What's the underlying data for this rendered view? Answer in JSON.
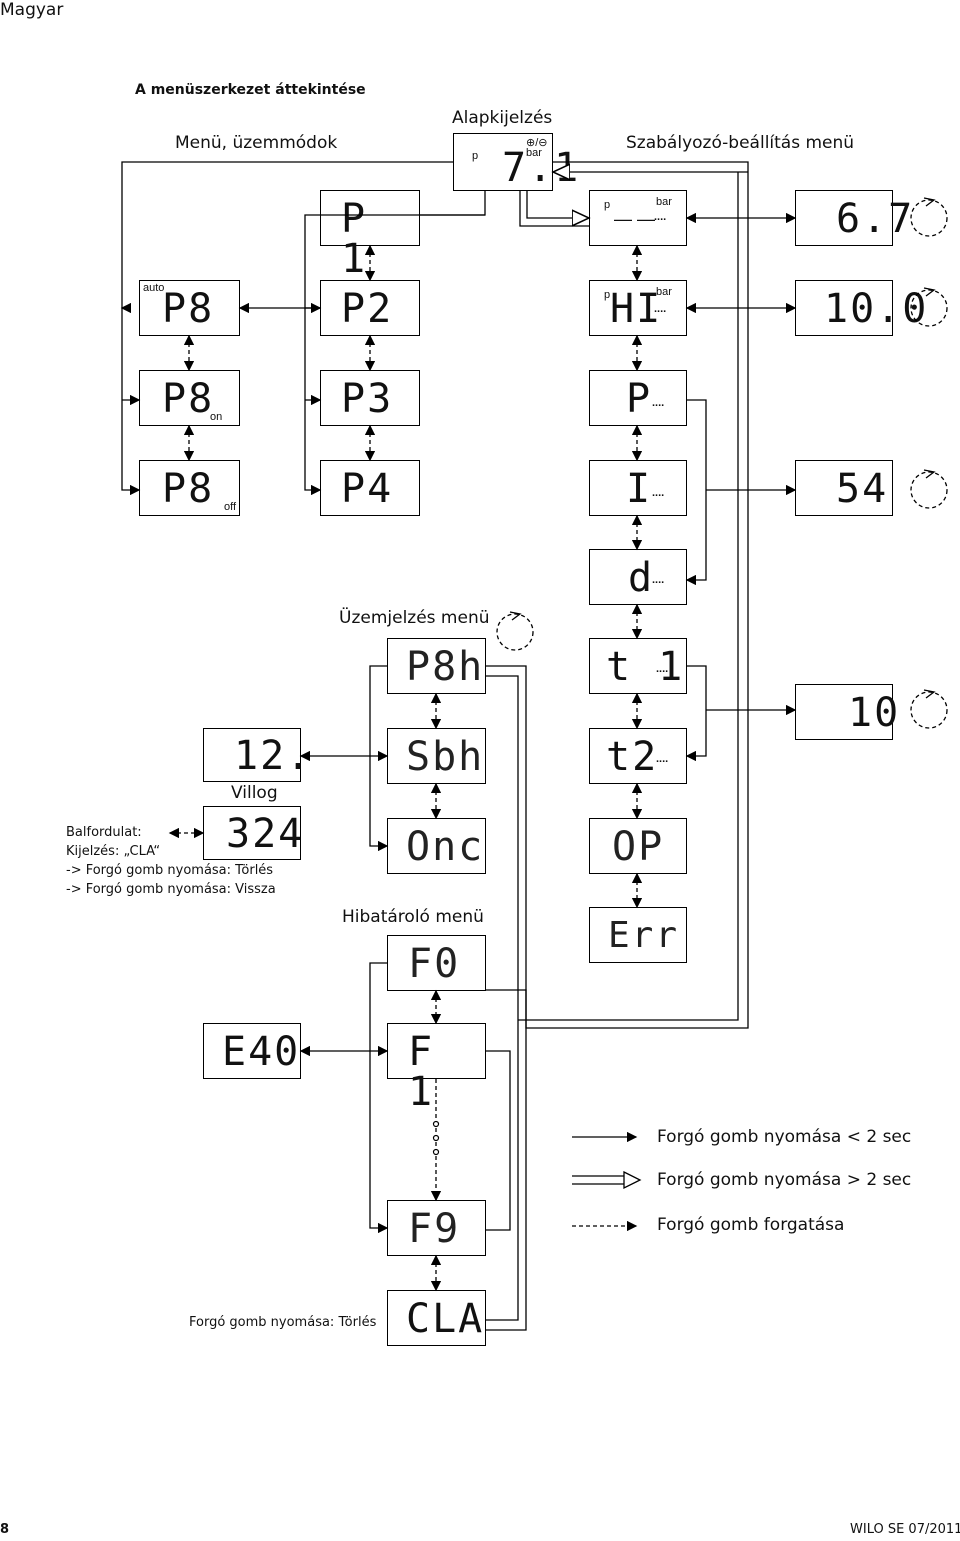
{
  "page": {
    "language": "Magyar",
    "heading": "A menüszerkezet áttekintése",
    "page_number": "8",
    "publisher": "WILO SE 07/2011"
  },
  "sections": {
    "menu_modes": "Menü, üzemmódok",
    "base_display": "Alapkijelzés",
    "controller_menu": "Szabályozó-beállítás menü",
    "operating_menu": "Üzemjelzés menü",
    "error_menu": "Hibatároló menü"
  },
  "base_display": {
    "unit_p": "p",
    "unit_bar": "bar",
    "icon": "⊕/⊖",
    "value": "7.1"
  },
  "menu_column": {
    "p_items": [
      "P 1",
      "P2",
      "P3",
      "P4"
    ],
    "mode_items": [
      {
        "code": "P8",
        "label": "auto"
      },
      {
        "code": "P8",
        "label": "on"
      },
      {
        "code": "P8",
        "label": "off"
      }
    ]
  },
  "controller_column": {
    "items": [
      {
        "code": "p - -",
        "unit": "bar",
        "dots": "...."
      },
      {
        "code": "HI",
        "prefix": "p",
        "unit": "bar",
        "dots": "...."
      },
      {
        "code": "P",
        "dots": "...."
      },
      {
        "code": "I",
        "dots": "...."
      },
      {
        "code": "d",
        "dots": "...."
      },
      {
        "code": "t 1",
        "dots": "...."
      },
      {
        "code": "t2",
        "dots": "...."
      },
      {
        "code": "OP"
      },
      {
        "code": "Err"
      }
    ],
    "values": [
      "6.7",
      "10.0",
      "54",
      "10"
    ]
  },
  "operating_column": {
    "items": [
      "P8h",
      "Sbh",
      "Onc"
    ]
  },
  "error_column": {
    "items": [
      "F0",
      "F 1",
      "F9",
      "CLA"
    ]
  },
  "left_displays": {
    "blink_value": "12.",
    "blink_label": "Villog",
    "reverse_value": "324",
    "error_value": "E40"
  },
  "notes": {
    "line1": "Balfordulat:",
    "line2": "Kijelzés: „CLA“",
    "line3": "-> Forgó gomb nyomása:  Törlés",
    "line4": "-> Forgó gomb nyomása:  Vissza",
    "cla_note": "Forgó gomb nyomása: Törlés"
  },
  "legend": [
    {
      "style": "solid-arrow",
      "label": "Forgó gomb nyomása < 2 sec"
    },
    {
      "style": "hollow-arrow",
      "label": "Forgó gomb nyomása > 2 sec"
    },
    {
      "style": "dashed-arrow",
      "label": "Forgó gomb forgatása"
    }
  ]
}
